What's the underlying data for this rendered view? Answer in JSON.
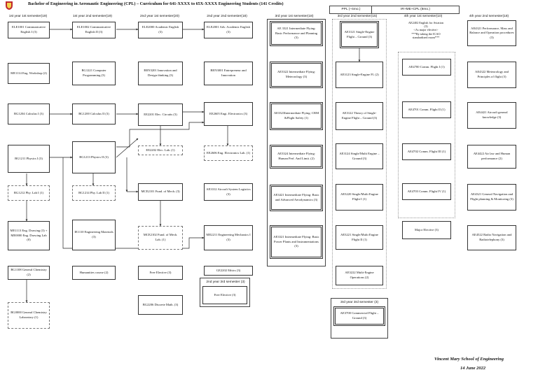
{
  "title": "Bachelor of Engineering in Aeronautic Engineering (CPL) – Curriculum for 641-XXXX to 65X-XXXX Engineering Students (141 Credits)",
  "tracks": {
    "ppl": "PPL (~4mo.)",
    "ir": "IR+ME+CPL (8mo.)"
  },
  "semesters": {
    "y1s1": "1st year 1st semester(19)",
    "y1s2": "1st year 2nd semester(19)",
    "y2s1": "2nd year 1st semester(20)",
    "y2s2": "2nd year 2nd semester(18)",
    "y3s1": "3rd year 1st semester(18)",
    "y3s2": "3rd year 2nd semester(15)",
    "y4s1": "4th year 1st semester(10)",
    "y4s2": "4th year 2nd semester(18)",
    "y2s3": "2nd year 3rd semester (3)",
    "y3s3": "3rd year 3rd semester (3)"
  },
  "courses": {
    "c1_1": "ELE1001 Communicative English I (3)",
    "c1_2": "ME1114 Eng. Workshop (2)",
    "c1_3": "BG1204 Calculus I (3)",
    "c1_4": "BG1211 Physics I (3)",
    "c1_5": "BG1212 Phy. Lab I (1)",
    "c1_6": "ME1113 Eng. Drawing (3) + ME0000 Eng. Drawing Lab (0)",
    "c1_7": "BG1108 General Chemistry (2)",
    "c1_8": "BG0000 General Chemistry Laboratory (1)",
    "c2_1": "ELE1002 Communicative English II (3)",
    "c2_2": "BG1221 Computer Programming (3)",
    "c2_3": "BG1200 Calculus II (3)",
    "c2_4": "BG1213 Physics II (3)",
    "c2_5": "BG1214 Phy. Lab II (1)",
    "c2_6": "IE1110 Engineering Materials (3)",
    "c2_7": "Humanities course (2)",
    "c3_1": "ELE2000 Academic English (3)",
    "c3_2": "BEN3201 Innovation and Design thinking (3)",
    "c3_3": "EE2201 Elec. Circuits (3)",
    "c3_4": "EE2202 Elec. Lab. (1)",
    "c3_5": "MCE2101 Fund. of Mech. (3)",
    "c3_6": "MCE2102 Fund. of Mech. Lab. (1)",
    "c3_7": "Free Elective (3)",
    "c3_8": "BG2206 Discrete Math. (3)",
    "c4_1": "ELE2001 Adv. Academic English (3)",
    "c4_2": "BEN3001 Entrepreneur and Innovation",
    "c4_3": "EE2605 Engi. Electronics (3)",
    "c4_4": "EE2606 Eng. Electronics Lab. (1)",
    "c4_5": "AE3312 Aircraft System Logistics (3)",
    "c4_6": "ME2211 Engineering Mechanics I (3)",
    "c4_7": "GE2202 Ethics (3)",
    "c4_8": "Free Elective (3)",
    "c5_1": "AE 3321 Intermediate Flying: Basic Performance and Planning (3)",
    "c5_2": "AE3322 Intermediate Flying: Meteorology (3)",
    "c5_3": "AE3323Intermediate Flying: CRM &Flight Safety (1)",
    "c5_4": "AE3324 Intermediate Flying: Human Perf. And Limit. (2)",
    "c5_5": "AE3421 Intermediate Flying: Basic and Advanced Aerodynamics (3)",
    "c5_6": "AE3321 Intermediate Flying: Basic Power Plants and Instrumentations (3)",
    "c6_1": "AE3121 Single-Engine Flight – Ground (3)",
    "c6_2": "AE3123 Single-Engine Fl. (2)",
    "c6_3": "AE3122 Theory of Single-Engine Flight – Ground (3)",
    "c6_4": "AE3124 Single/Multi Engine – Ground (3)",
    "c6_5": "AE3220 Single/Multi Engine Flight I (1)",
    "c6_6": "AE3221 Single/Multi Engine Flight II (1)",
    "c6_7": "AE3222 Multi-Engine Operations (2)",
    "c6_8": "AE3700 Commercial Flight – Ground (3)",
    "c7_1": "AE4700 Comm. Flight I (1)",
    "c7_2": "AE4701 Comm. Flight II (1)",
    "c7_3": "AE4702 Comm. Flight III (1)",
    "c7_4": "AE4703 Comm. Flight IV (1)",
    "c7_5": "Major Elective (3)",
    "c8_1": "AE4321 Performance, Mass and Balance and Operation procedures (3)",
    "c8_2": "AE4322 Meteorology and Principles of flight (3)",
    "c8_3": "AE4421 Aircraft general knowledge (3)",
    "c8_4": "AE4422 Air law and Human performance (2)",
    "c8_5": "AE4321 General Navigation and Flight planning & Monitoring (3)",
    "c8_6": "AE4522 Radio Navigation and Radiotelephony (3)"
  },
  "note_y4": {
    "l1": "AE2402 English for Aviation",
    "l2": "(3)",
    "l3": "<As major elective>",
    "l4": "***By taking the ICAO",
    "l5": "standardized exam***"
  },
  "footer": {
    "school": "Vincent Mary School of Engineering",
    "date": "14 June 2022"
  }
}
